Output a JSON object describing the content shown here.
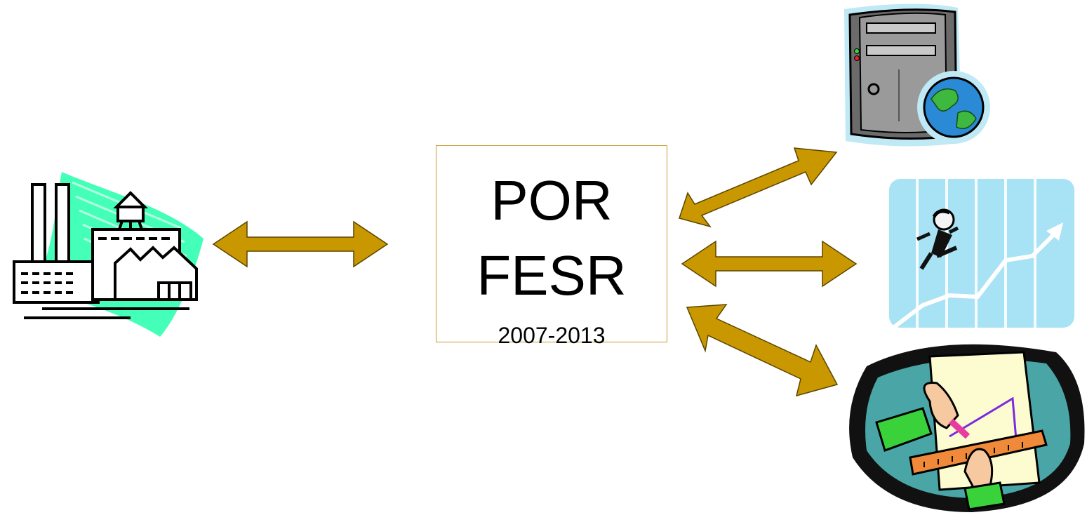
{
  "center": {
    "line1": "POR",
    "line2": "FESR",
    "line3": "2007-2013"
  },
  "colors": {
    "arrow_fill": "#c99700",
    "arrow_stroke": "#5a4500",
    "box_border": "#c99a2e"
  },
  "icons": [
    "factory-icon",
    "server-globe-icon",
    "growth-chart-runner-icon",
    "drafting-hands-icon"
  ]
}
